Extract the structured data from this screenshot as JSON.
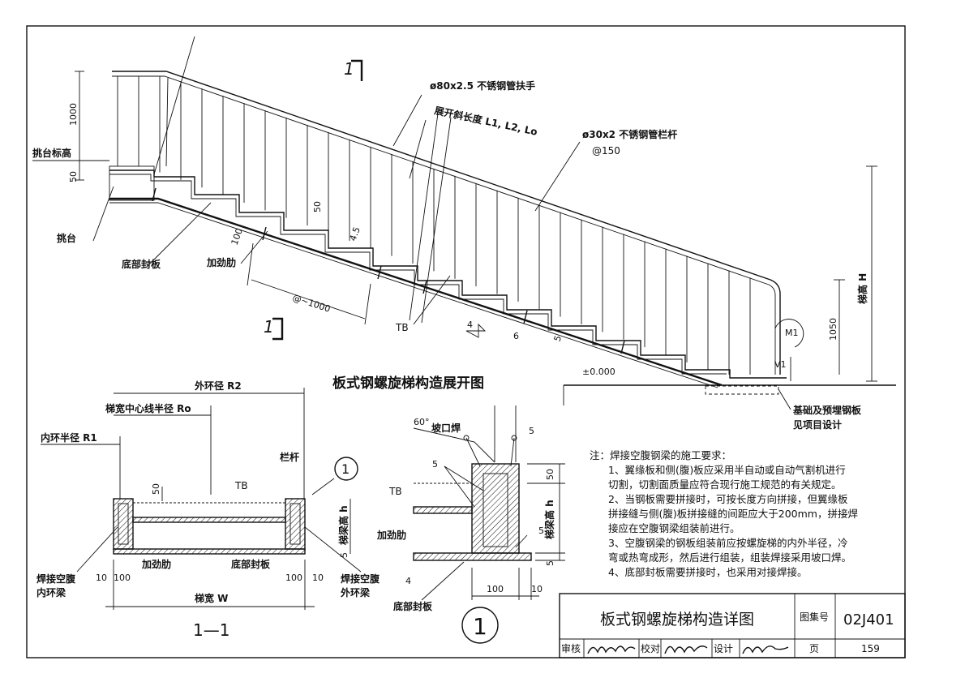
{
  "unfolded_view": {
    "title": "板式钢螺旋梯构造展开图",
    "section_mark": "1",
    "handrail": "ø80x2.5 不锈钢管扶手",
    "unfolded_length": "展开斜长度 L1, L2, Lo",
    "baluster": "ø30x2 不锈钢管栏杆",
    "baluster_spacing": "@150",
    "platform_level": "挑台标高",
    "platform": "挑台",
    "bottom_plate": "底部封板",
    "stiffener": "加劲肋",
    "stiffener_spacing": "@~1000",
    "tb": "TB",
    "stair_height": "梯高 H",
    "ground_level": "±0.000",
    "foundation_1": "基础及预埋钢板",
    "foundation_2": "见项目设计",
    "m1": "M1",
    "v1": "V1",
    "dims": {
      "d1000": "1000",
      "d50a": "50",
      "d50b": "50",
      "d100": "100",
      "d4_5": "4.5",
      "d1050": "1050",
      "d6": "6",
      "d5": "5",
      "d4": "4"
    }
  },
  "section_view": {
    "outer_radius": "外环径 R2",
    "center_radius": "梯宽中心线半径 Ro",
    "inner_radius": "内环半径 R1",
    "railing": "栏杆",
    "tb": "TB",
    "d50": "50",
    "beam_height": "梯梁高 h",
    "d5": "5",
    "stiffener": "加劲肋",
    "bottom_plate": "底部封板",
    "inner_beam_1": "焊接空腹",
    "inner_beam_2": "内环梁",
    "outer_beam_1": "焊接空腹",
    "outer_beam_2": "外环梁",
    "width": "梯宽 W",
    "d10a": "10",
    "d100a": "100",
    "d100b": "100",
    "d10b": "10",
    "section_label": "1—1",
    "detail_ref": "1"
  },
  "detail_view": {
    "angle": "60°",
    "groove_weld": "坡口焊",
    "weld5a": "5",
    "weld5b": "5",
    "weld5c": "5",
    "tb": "TB",
    "stiffener": "加劲肋",
    "d50": "50",
    "beam_height": "梯梁高 h",
    "d5": "5",
    "d4": "4",
    "bottom_plate": "底部封板",
    "d100": "100",
    "d10": "10",
    "detail_no": "1"
  },
  "notes": {
    "head": "注：焊接空腹钢梁的施工要求：",
    "lines": [
      "1、翼缘板和侧(腹)板应采用半自动或自动气割机进行",
      "切割，切割面质量应符合现行施工规范的有关规定。",
      "2、当钢板需要拼接时，可按长度方向拼接，但翼缘板",
      "拼接缝与侧(腹)板拼接缝的间距应大于200mm，拼接焊",
      "接应在空腹钢梁组装前进行。",
      "3、空腹钢梁的钢板组装前应按螺旋梯的内外半径，冷",
      "弯或热弯成形，然后进行组装，组装焊接采用坡口焊。",
      "4、底部封板需要拼接时，也采用对接焊接。"
    ]
  },
  "title_block": {
    "title": "板式钢螺旋梯构造详图",
    "atlas_label": "图集号",
    "atlas_no": "02J401",
    "review": "审核",
    "check": "校对",
    "design": "设计",
    "page_label": "页",
    "page_no": "159"
  }
}
